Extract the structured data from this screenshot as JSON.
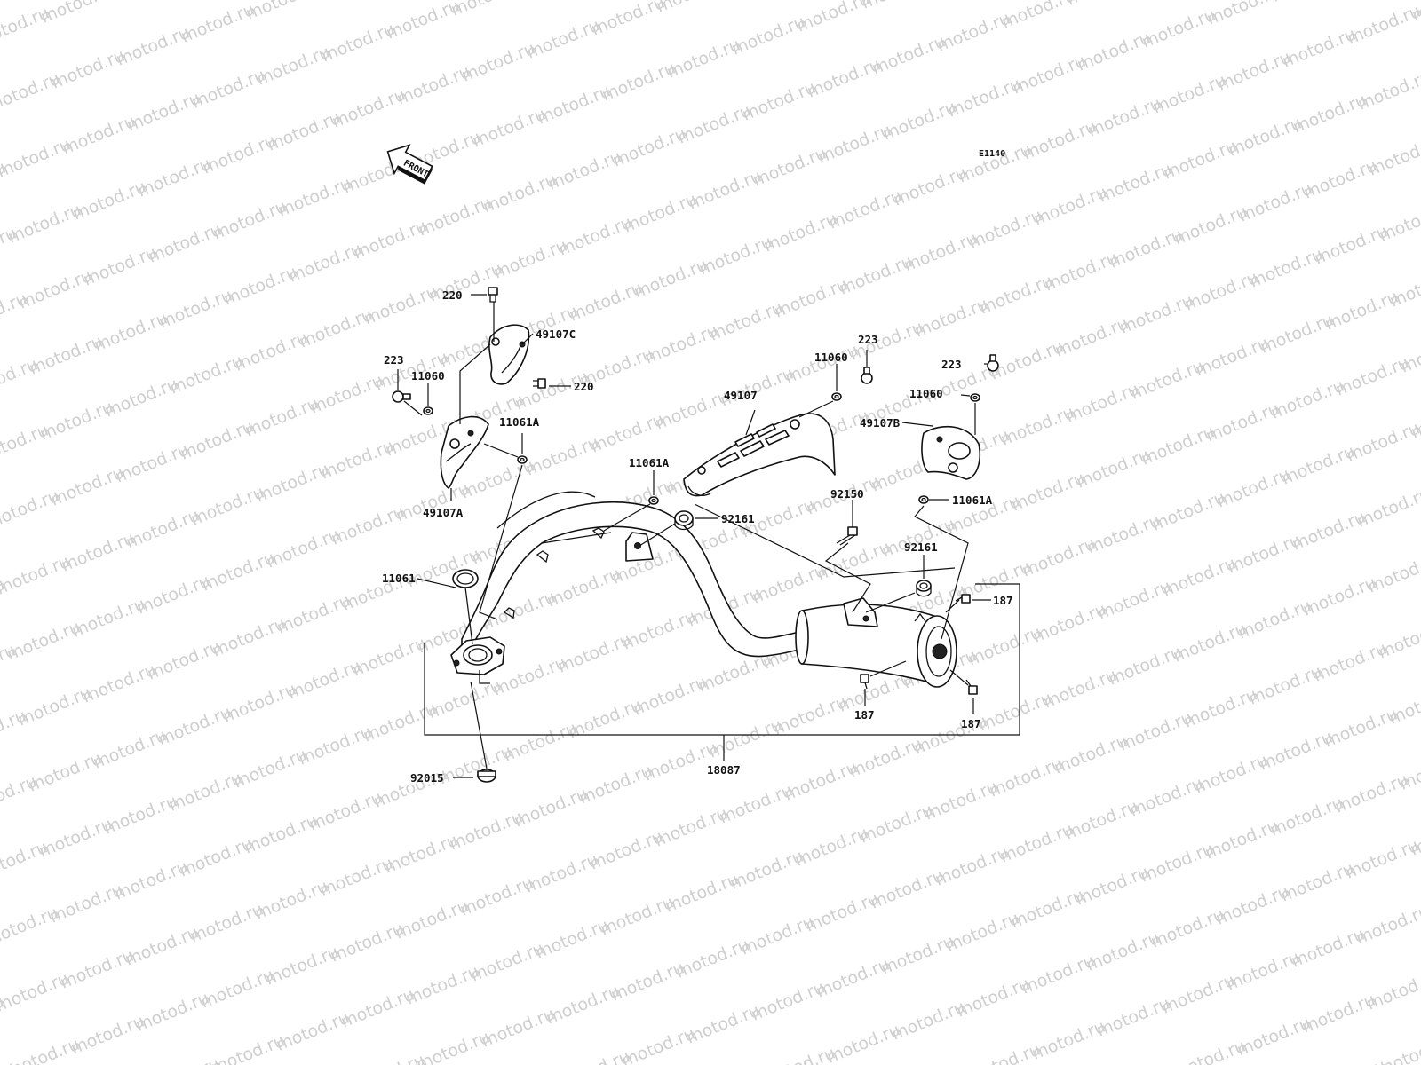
{
  "diagram": {
    "code": "E1140",
    "front_label": "FRONT",
    "watermark": "motod.ru",
    "parts": [
      {
        "id": "p220a",
        "label": "220"
      },
      {
        "id": "p49107C",
        "label": "49107C"
      },
      {
        "id": "p220b",
        "label": "220"
      },
      {
        "id": "p223a",
        "label": "223"
      },
      {
        "id": "p11060a",
        "label": "11060"
      },
      {
        "id": "p11061Aa",
        "label": "11061A"
      },
      {
        "id": "p49107A",
        "label": "49107A"
      },
      {
        "id": "p49107",
        "label": "49107"
      },
      {
        "id": "p11061Ab",
        "label": "11061A"
      },
      {
        "id": "p92161a",
        "label": "92161"
      },
      {
        "id": "p11060b",
        "label": "11060"
      },
      {
        "id": "p223b",
        "label": "223"
      },
      {
        "id": "p223c",
        "label": "223"
      },
      {
        "id": "p11060c",
        "label": "11060"
      },
      {
        "id": "p49107B",
        "label": "49107B"
      },
      {
        "id": "p11061Ac",
        "label": "11061A"
      },
      {
        "id": "p92150",
        "label": "92150"
      },
      {
        "id": "p92161b",
        "label": "92161"
      },
      {
        "id": "p11061",
        "label": "11061"
      },
      {
        "id": "p187a",
        "label": "187"
      },
      {
        "id": "p187b",
        "label": "187"
      },
      {
        "id": "p187c",
        "label": "187"
      },
      {
        "id": "p92015",
        "label": "92015"
      },
      {
        "id": "p18087",
        "label": "18087"
      }
    ]
  }
}
